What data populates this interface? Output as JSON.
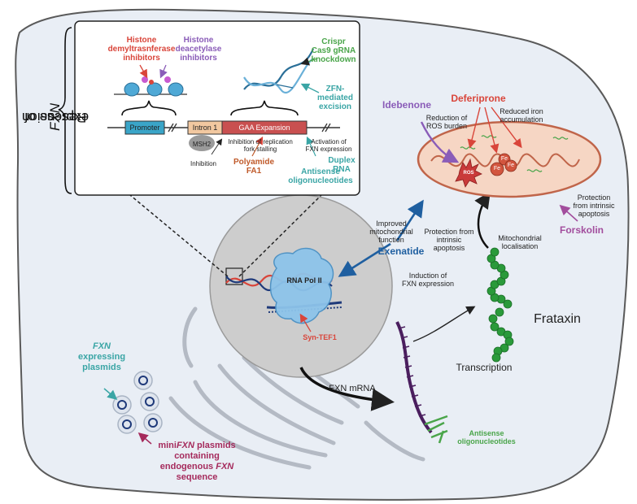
{
  "panel_title": {
    "prefix": "Rescue of ",
    "gene": "FXN",
    "suffix": " expression"
  },
  "inset": {
    "histone_demethylase": [
      "Histone",
      "demyltrasnferase",
      "inhibitors"
    ],
    "histone_deacetylase": [
      "Histone",
      "deacetylase",
      "inhibitors"
    ],
    "crispr": [
      "Crispr",
      "Cas9 gRNA",
      "knockdown"
    ],
    "zfn": [
      "ZFN-",
      "mediated",
      "excision"
    ],
    "promoter": "Promoter",
    "intron": "Intron 1",
    "gaa": "GAA Expansion",
    "msh2": "MSH2",
    "inhibition": "Inhibition",
    "replication": [
      "Inhibition of replication",
      "fork stalling"
    ],
    "polyamide": [
      "Polyamide",
      "FA1"
    ],
    "activation": [
      "Activation of",
      "FXN expression"
    ],
    "duplex": [
      "Duplex",
      "RNA"
    ],
    "antisense": [
      "Antisense",
      "oligonucleotides"
    ]
  },
  "nucleus": {
    "rna_pol": "RNA Pol II",
    "syn_tef1": "Syn-TEF1"
  },
  "mito": {
    "idebenone": "Idebenone",
    "deferiprone": "Deferiprone",
    "ros_reduction": [
      "Reduction of",
      "ROS burden"
    ],
    "iron_reduction": [
      "Reduced iron",
      "accumulation"
    ],
    "ros": "ROS",
    "fe": "Fe"
  },
  "drugs": {
    "improved": [
      "Improved",
      "mitochondrial",
      "function"
    ],
    "exenatide": "Exenatide",
    "protection_mid": [
      "Protection from",
      "intrinsic",
      "apoptosis"
    ],
    "induction": [
      "Induction of",
      "FXN expression"
    ],
    "mito_local": [
      "Mitochondrial",
      "localisation"
    ],
    "protection_right": [
      "Protection",
      "from intrinsic",
      "apoptosis"
    ],
    "forskolin": "Forskolin"
  },
  "protein": {
    "frataxin": "Frataxin",
    "transcription": "Transcription",
    "mrna": "FXN mRNA",
    "antisense": [
      "Antisense",
      "oligonucleotides"
    ]
  },
  "plasmids": {
    "fxn": "FXN",
    "expressing": [
      "expressing",
      "plasmids"
    ],
    "mini_prefix": "mini",
    "mini_gene": "FXN",
    "mini_suffix": " plasmids",
    "containing": "containing",
    "endogenous": "endogenous ",
    "endo_gene": "FXN",
    "sequence": "sequence"
  },
  "colors": {
    "cell": "#e9eef5",
    "cell_edge": "#5a5a5a",
    "nucleus": "#cdcdcd",
    "red": "#d9453a",
    "purple": "#8a5cb8",
    "green": "#4aa54a",
    "teal": "#3aa5a5",
    "blue": "#1f5fa0",
    "maroon": "#a52a5c",
    "orange": "#c05a2a",
    "magenta": "#a24d9d"
  }
}
